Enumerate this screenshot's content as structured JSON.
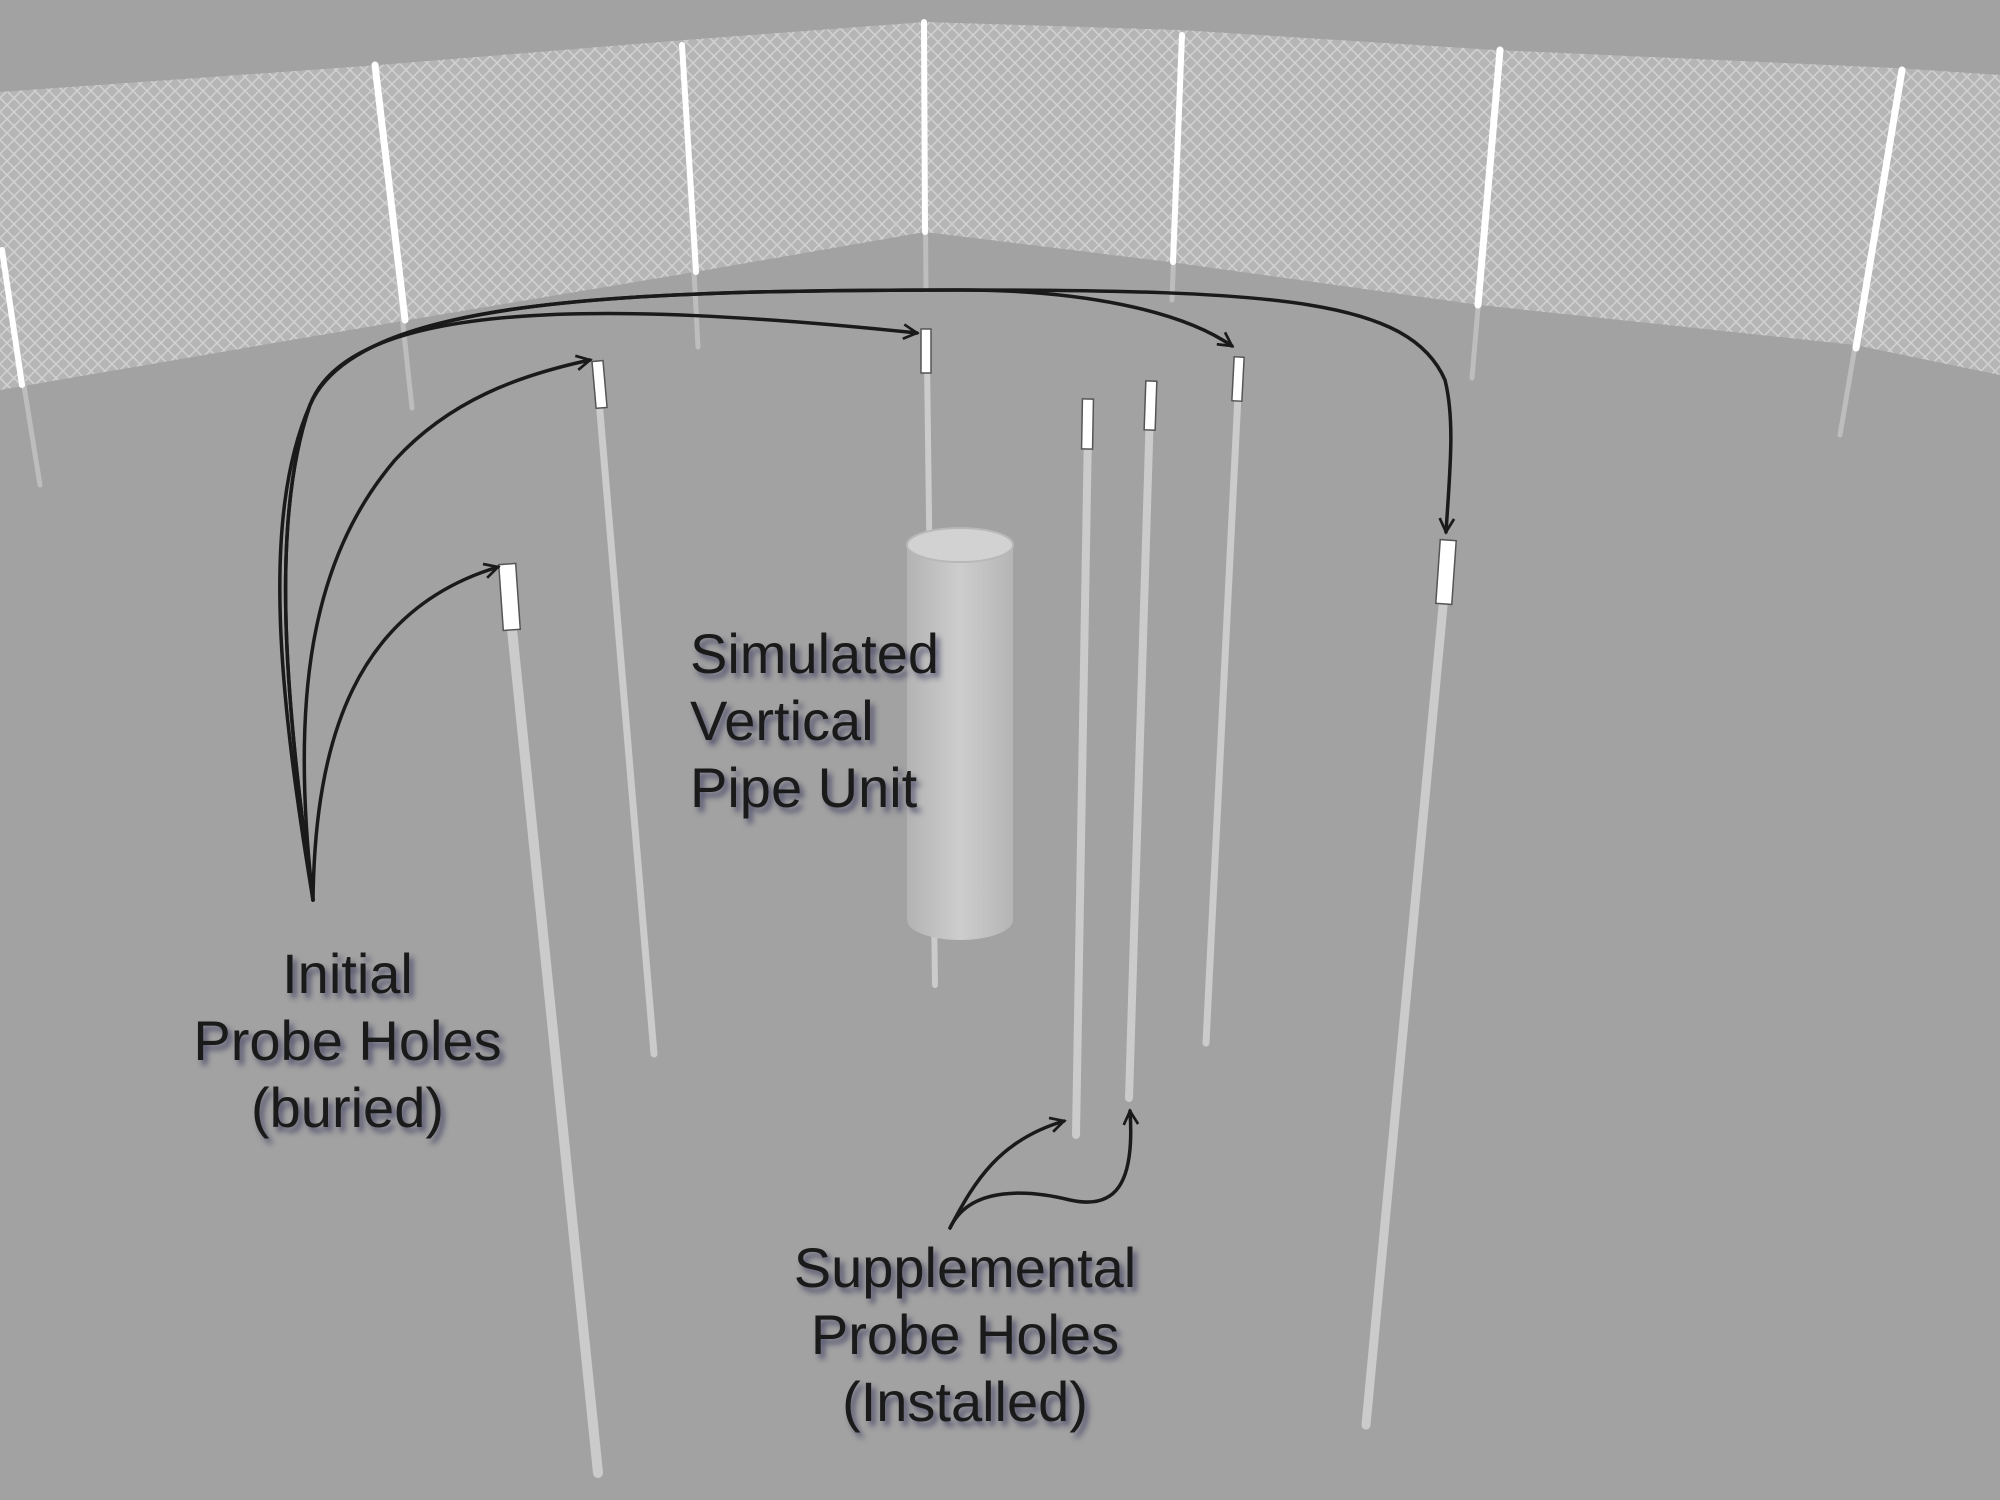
{
  "labels": {
    "pipe_unit": [
      "Simulated",
      "Vertical",
      "Pipe Unit"
    ],
    "initial_holes": [
      "Initial",
      "Probe Holes",
      "(buried)"
    ],
    "supplemental_holes": [
      "Supplemental",
      "Probe Holes",
      "(Installed)"
    ]
  },
  "colors": {
    "background": "#a2a2a2",
    "fence_mesh": "#c4c4c4",
    "fence_post": "#ffffff",
    "probe_pipe": "#cbcbcb",
    "probe_cap": "#ffffff",
    "cylinder": "#c0c0c0",
    "arrow": "#1a1a1a",
    "text": "#1a1a1a"
  },
  "icons": {
    "arrow_head": "open-chevron-arrowhead"
  }
}
